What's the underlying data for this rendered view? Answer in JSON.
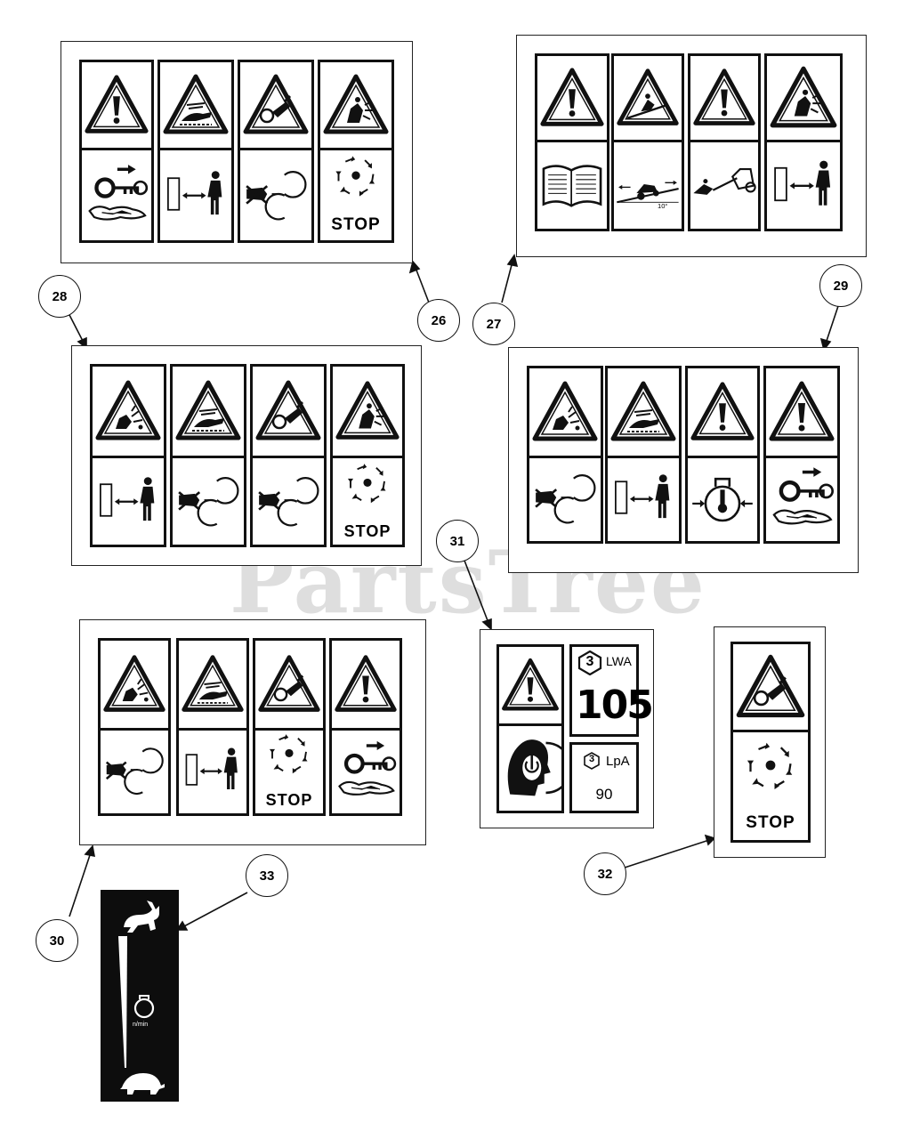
{
  "callouts": {
    "c26": "26",
    "c27": "27",
    "c28": "28",
    "c29": "29",
    "c30": "30",
    "c31": "31",
    "c32": "32",
    "c33": "33"
  },
  "labels": {
    "stop": "STOP",
    "lwa_number": "3",
    "lwa_label": "LWA",
    "lwa_value": "105",
    "lpa_number": "3",
    "lpa_label": "LpA",
    "lpa_value": "90",
    "rpm_unit": "n/min"
  },
  "watermark": {
    "text": "PartsTree",
    "tm": "™"
  },
  "colors": {
    "ink": "#111111",
    "watermark": "#d4d4d4",
    "background": "#ffffff"
  }
}
